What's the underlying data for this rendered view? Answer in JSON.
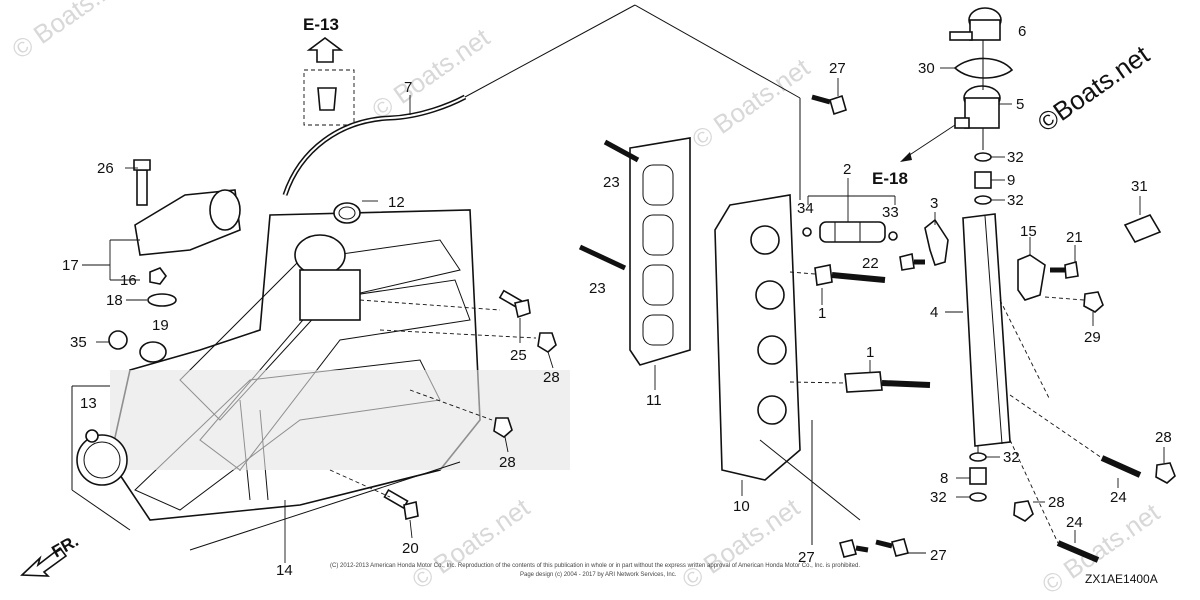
{
  "watermark": "© Boats.net",
  "brand": "©Boats.net",
  "references": {
    "e13": "E-13",
    "e18": "E-18"
  },
  "front_marker": "FR.",
  "diagram_code": "ZX1AE1400A",
  "copyright_line1": "(C) 2012-2013 American Honda Motor Co., Inc. Reproduction of the contents of this publication in whole or in part without the express written approval of American Honda Motor Co., Inc. is prohibited.",
  "copyright_line2": "Page design (c) 2004 - 2017 by ARI Network Services, Inc.",
  "labels": {
    "l1a": "1",
    "l1b": "1",
    "l3": "3",
    "l4": "4",
    "l5": "5",
    "l6": "6",
    "l7": "7",
    "l8": "8",
    "l9": "9",
    "l10": "10",
    "l11": "11",
    "l12": "12",
    "l13": "13",
    "l14": "14",
    "l15": "15",
    "l16": "16",
    "l17": "17",
    "l18": "18",
    "l19": "19",
    "l20": "20",
    "l21": "21",
    "l22": "22",
    "l23a": "23",
    "l23b": "23",
    "l24a": "24",
    "l24b": "24",
    "l25": "25",
    "l26": "26",
    "l27a": "27",
    "l27b": "27",
    "l27c": "27",
    "l28a": "28",
    "l28b": "28",
    "l28c": "28",
    "l28d": "28",
    "l29": "29",
    "l30": "30",
    "l31": "31",
    "l32a": "32",
    "l32b": "32",
    "l32c": "32",
    "l32d": "32",
    "l33": "33",
    "l34": "34",
    "l35": "35",
    "l2": "2"
  }
}
